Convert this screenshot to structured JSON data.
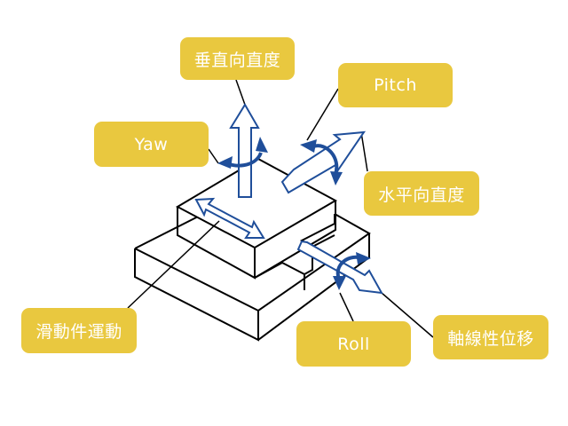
{
  "diagram": {
    "title": "Linear stage motion errors",
    "colors": {
      "label_background": "#E9C83F",
      "label_text": "#FFFFFF",
      "arrow": "#1F4E9A",
      "outline": "#000000"
    },
    "labels": {
      "vertical_straightness": "垂直向直度",
      "pitch": "Pitch",
      "yaw": "Yaw",
      "horizontal_straightness": "水平向直度",
      "slide_motion": "滑動件運動",
      "roll": "Roll",
      "axial_displacement": "軸線性位移"
    }
  }
}
